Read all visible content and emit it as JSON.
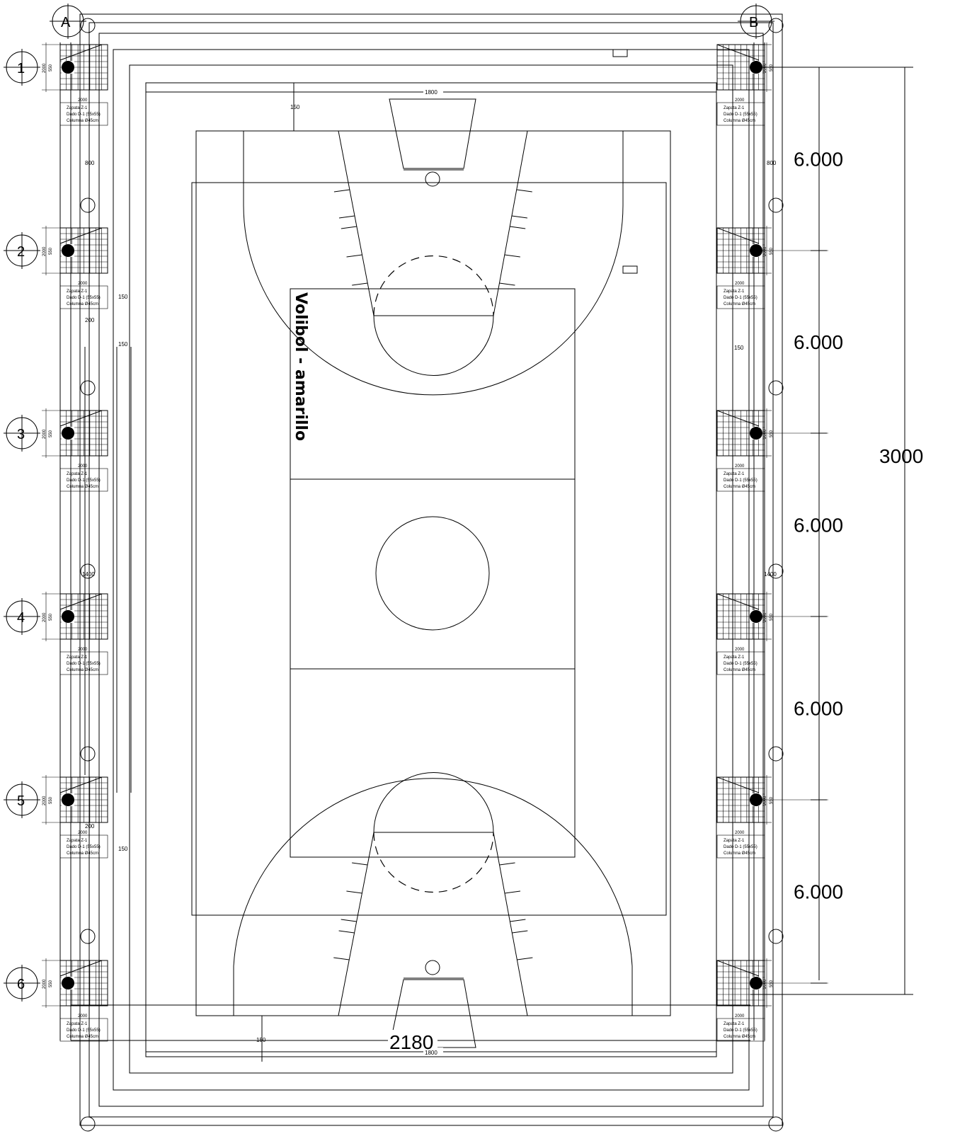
{
  "court_label": "Volibol - amarillo",
  "axes": {
    "columns": [
      "A",
      "B"
    ],
    "rows": [
      "1",
      "2",
      "3",
      "4",
      "5",
      "6"
    ]
  },
  "bay_spacing": [
    "6.000",
    "6.000",
    "6.000",
    "6.000",
    "6.000"
  ],
  "overall_length": "3000",
  "overall_width": "2180",
  "dimensions": {
    "inner_width": "1800",
    "offset": "150",
    "corridor": "200",
    "side_800": "800",
    "side_1400": "1400",
    "footing_2000": "2000",
    "footing_550": "550"
  },
  "footing_note": [
    "Zapata Z-1",
    "Dado D-1 (55x55)",
    "Columna Ø45cm"
  ]
}
